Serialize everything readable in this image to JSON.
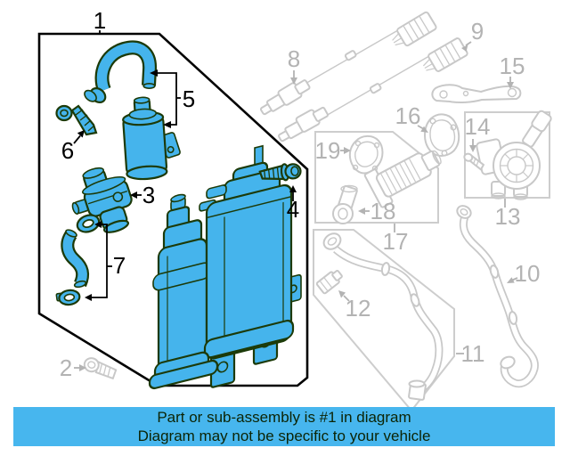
{
  "diagram": {
    "callouts": {
      "n1": "1",
      "n2": "2",
      "n3": "3",
      "n4": "4",
      "n5": "5",
      "n6": "6",
      "n7": "7",
      "n8": "8",
      "n9": "9",
      "n10": "10",
      "n11": "11",
      "n12": "12",
      "n13": "13",
      "n14": "14",
      "n15": "15",
      "n16": "16",
      "n17": "17",
      "n18": "18",
      "n19": "19"
    },
    "highlighted_callouts": [
      "1",
      "3",
      "4",
      "5",
      "6",
      "7"
    ],
    "dimmed_callouts": [
      "2",
      "8",
      "9",
      "10",
      "11",
      "12",
      "13",
      "14",
      "15",
      "16",
      "17",
      "18",
      "19"
    ],
    "colors": {
      "highlight_fill": "#45b4ec",
      "highlight_outline": "#1c3a08",
      "dimmed_line": "#c8c8c8",
      "dimmed_label": "#b3b3b3",
      "callout_label": "#000000",
      "assembly_box_border": "#000000"
    }
  },
  "banner": {
    "line1": "Part or sub-assembly is #1 in diagram",
    "line2": "Diagram may not be specific to your vehicle",
    "background": "#47b6ee",
    "text_color": "#0c2405"
  }
}
